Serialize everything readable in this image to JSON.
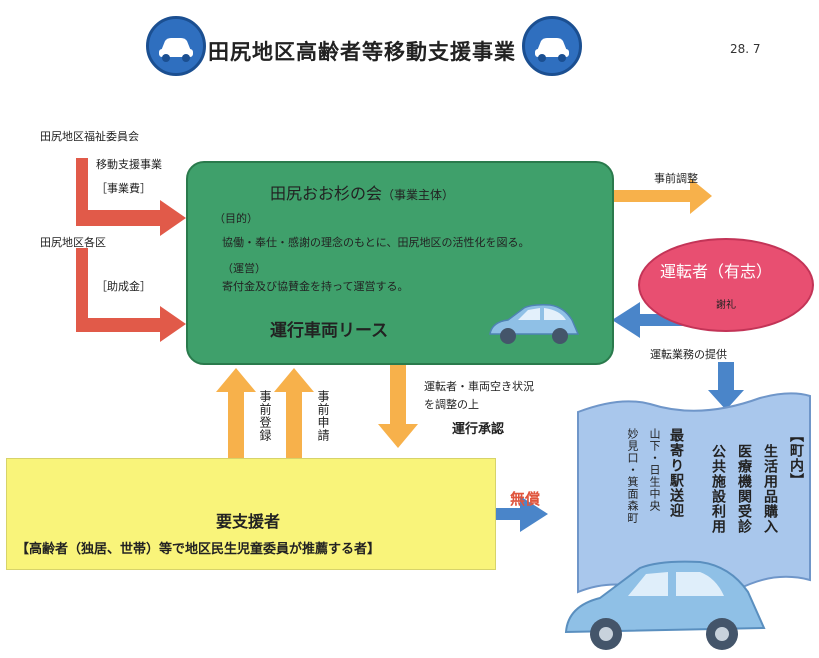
{
  "header": {
    "title": "田尻地区高齢者等移動支援事業",
    "date": "28. 7"
  },
  "labels": {
    "welfare": "田尻地区福祉委員会",
    "project": "移動支援事業",
    "project_fee": "［事業費］",
    "districts": "田尻地区各区",
    "subsidy": "［助成金］",
    "advance": "事前調整",
    "driving_service": "運転業務の提供",
    "pre_register": "事前登録",
    "pre_apply": "事前申請",
    "coordination": "運転者・車両空き状況",
    "coordination2": "を調整の上",
    "approval": "運行承認",
    "free": "無償"
  },
  "main": {
    "org": "田尻おお杉の会",
    "org_role": "（事業主体）",
    "purpose_h": "（目的）",
    "purpose": "協働・奉仕・感謝の理念のもとに、田尻地区の活性化を図る。",
    "ops_h": "（運営）",
    "ops": "寄付金及び協賛金を持って運営する。",
    "lease": "運行車両リース"
  },
  "driver": {
    "title": "運転者（有志）",
    "sub": "謝礼"
  },
  "target": {
    "title": "要支援者",
    "desc": "【高齢者（独居、世帯）等で地区民生児童委員が推薦する者】"
  },
  "destinations": {
    "heading": "【町内】",
    "cols": [
      "生活用品購入",
      "医療機関受診",
      "公共施設利用",
      "最寄り駅送迎"
    ],
    "stations": [
      "山下・日生中央",
      "妙見口・箕面森町"
    ]
  },
  "colors": {
    "green": "#3fa06b",
    "pink": "#e84f71",
    "yellow": "#f9f47a",
    "blue": "#4a85c9",
    "orange": "#f7b14b",
    "red": "#e15a49",
    "doc": "#a9c7ec"
  },
  "icons": [
    "car-icon",
    "car-icon",
    "car-icon",
    "car-icon"
  ]
}
